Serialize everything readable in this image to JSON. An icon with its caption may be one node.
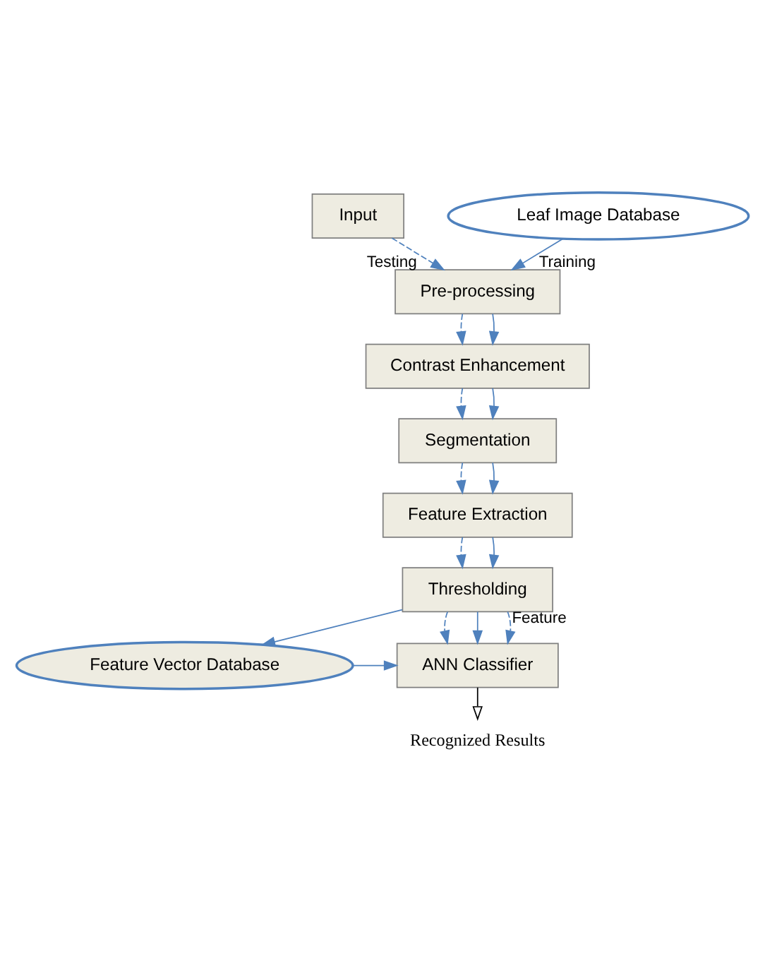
{
  "diagram": {
    "nodes": [
      {
        "text": [
          "Input"
        ]
      },
      {
        "text": [
          "Leaf Image Database"
        ]
      },
      {
        "text": [
          "Pre-processing"
        ]
      },
      {
        "text": [
          "Contrast Enhancement"
        ]
      },
      {
        "text": [
          "Segmentation"
        ]
      },
      {
        "text": [
          "Feature Extraction"
        ]
      },
      {
        "text": [
          "Thresholding"
        ]
      },
      {
        "text": [
          "ANN Classifier"
        ]
      },
      {
        "text": [
          "Feature Vector Database"
        ]
      },
      {
        "text": [
          "Recognized Results"
        ]
      }
    ],
    "edges": [
      {
        "from": 0,
        "to": 2,
        "arrow": "to",
        "style": "dashed",
        "label": "Testing"
      },
      {
        "from": 1,
        "to": 2,
        "arrow": "to",
        "label": "Training"
      },
      {
        "from": 2,
        "to": 3,
        "arrow": "to",
        "style": "dashed"
      },
      {
        "from": 2,
        "to": 3,
        "arrow": "to"
      },
      {
        "from": 3,
        "to": 4,
        "arrow": "to",
        "style": "dashed"
      },
      {
        "from": 3,
        "to": 4,
        "arrow": "to"
      },
      {
        "from": 4,
        "to": 5,
        "arrow": "to",
        "style": "dashed"
      },
      {
        "from": 4,
        "to": 5,
        "arrow": "to"
      },
      {
        "from": 5,
        "to": 6,
        "arrow": "to",
        "style": "dashed"
      },
      {
        "from": 5,
        "to": 6,
        "arrow": "to"
      },
      {
        "from": 6,
        "to": 7,
        "arrow": "to",
        "style": "dashed"
      },
      {
        "from": 6,
        "to": 7,
        "arrow": "to"
      },
      {
        "from": 6,
        "to": 7,
        "arrow": "to",
        "style": "dashed",
        "label": "Feature"
      },
      {
        "from": 6,
        "to": 8,
        "arrow": "to"
      },
      {
        "from": 8,
        "to": 7,
        "arrow": "to"
      },
      {
        "from": 7,
        "to": 9,
        "arrow": "to",
        "color": "#000000"
      }
    ]
  }
}
